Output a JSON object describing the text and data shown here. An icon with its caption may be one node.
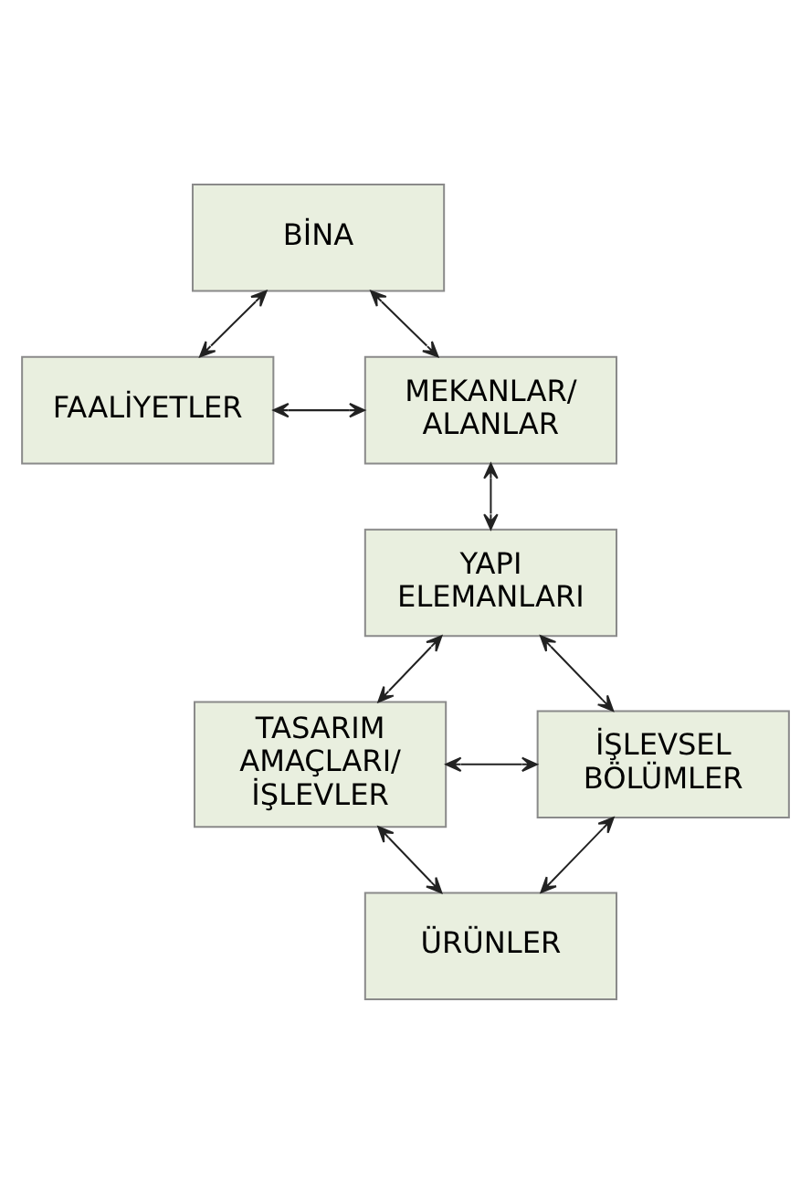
{
  "diagram": {
    "nodes": [
      {
        "text": [
          "BİNA"
        ]
      },
      {
        "text": [
          "FAALİYETLER"
        ]
      },
      {
        "text": [
          "MEKANLAR/ ALANLAR"
        ]
      },
      {
        "text": [
          "YAPI ELEMANLARI"
        ]
      },
      {
        "text": [
          "TASARIM AMAÇLARI/ İŞLEVLER"
        ]
      },
      {
        "text": [
          "İŞLEVSEL BÖLÜMLER"
        ]
      },
      {
        "text": [
          "ÜRÜNLER"
        ]
      }
    ],
    "edges": [
      {
        "from": 0,
        "to": 1,
        "arrow": "both"
      },
      {
        "from": 0,
        "to": 2,
        "arrow": "both"
      },
      {
        "from": 1,
        "to": 2,
        "arrow": "both"
      },
      {
        "from": 2,
        "to": 3,
        "arrow": "both"
      },
      {
        "from": 3,
        "to": 4,
        "arrow": "both"
      },
      {
        "from": 3,
        "to": 5,
        "arrow": "both"
      },
      {
        "from": 4,
        "to": 5,
        "arrow": "both"
      },
      {
        "from": 5,
        "to": 6,
        "arrow": "both"
      },
      {
        "from": 4,
        "to": 6,
        "arrow": "both"
      }
    ]
  }
}
